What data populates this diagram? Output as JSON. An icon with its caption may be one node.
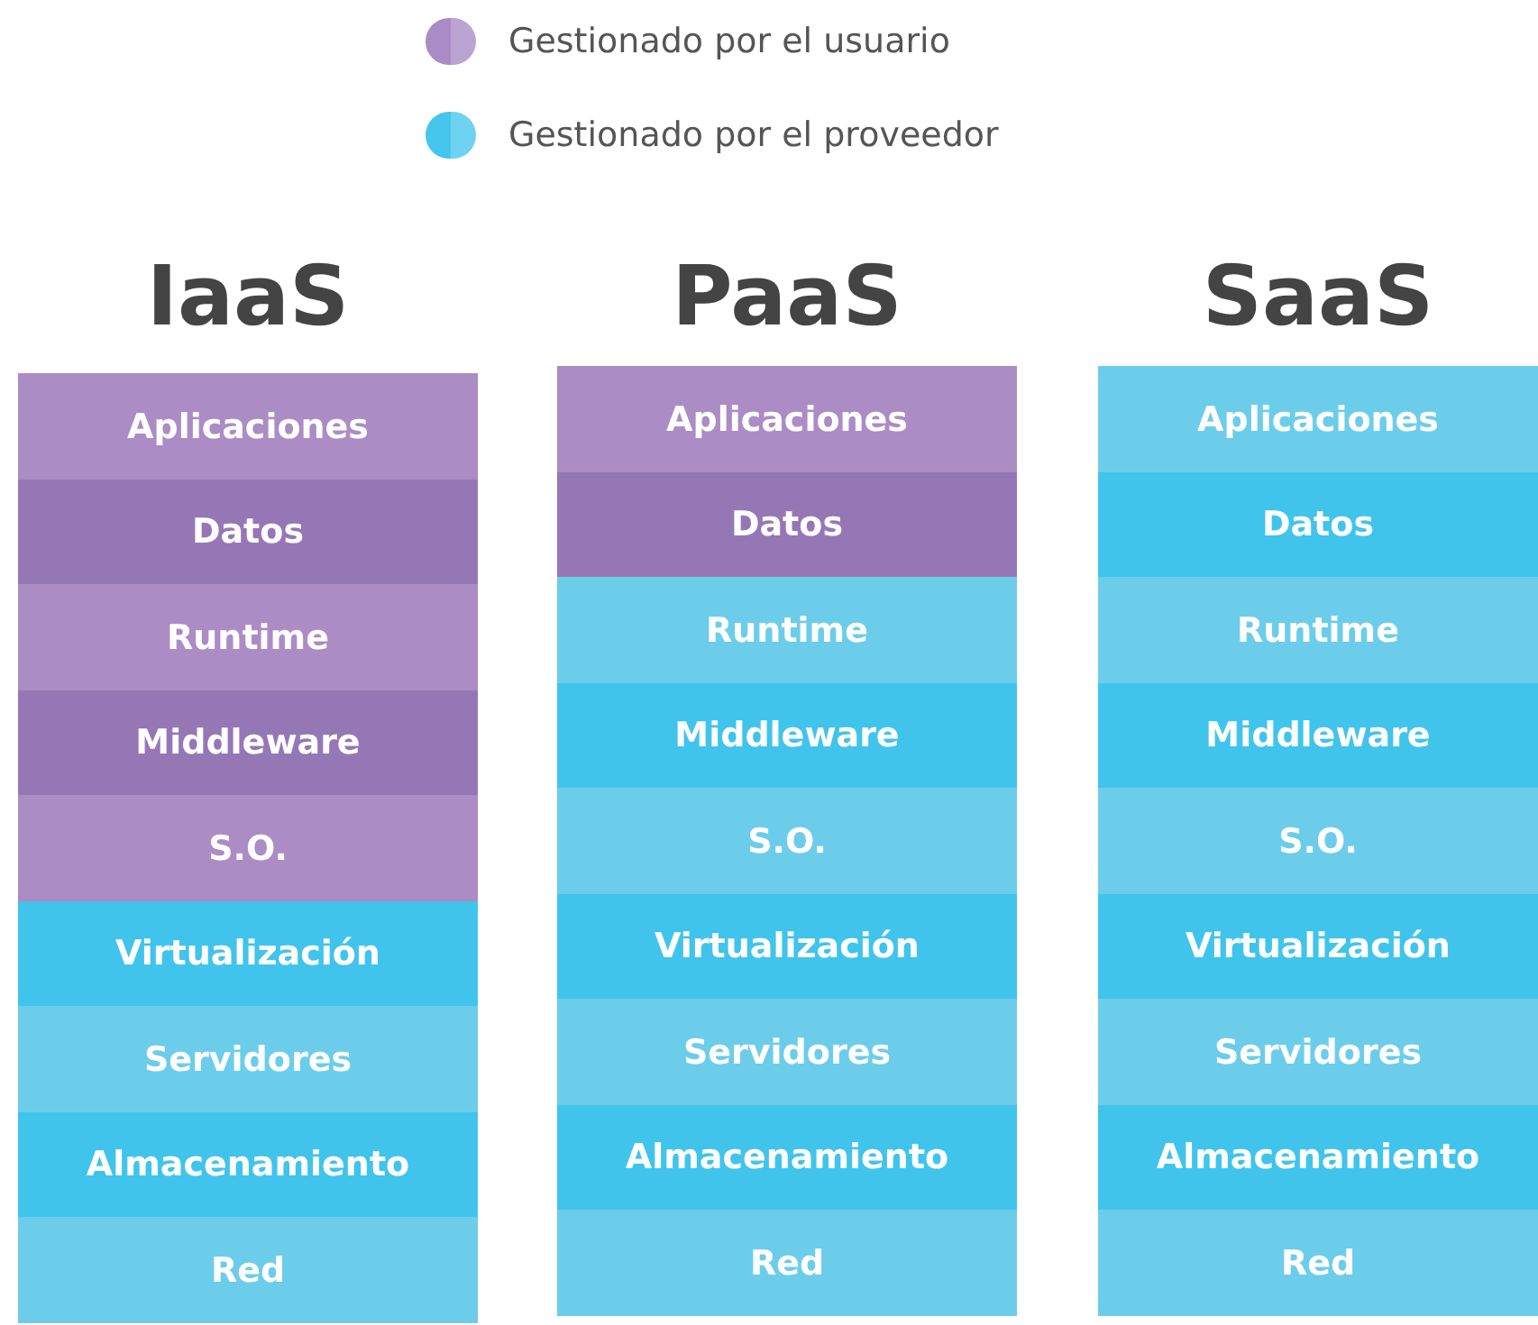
{
  "diagram": {
    "nodes": [
      {
        "text": [
          "IaaS"
        ]
      },
      {
        "text": [
          "Aplicaciones"
        ],
        "in": 0
      },
      {
        "text": [
          "Datos"
        ],
        "in": 0
      },
      {
        "text": [
          "Runtime"
        ],
        "in": 0
      },
      {
        "text": [
          "Middleware"
        ],
        "in": 0
      },
      {
        "text": [
          "S.O."
        ],
        "in": 0
      },
      {
        "text": [
          "Virtualización"
        ],
        "in": 0
      },
      {
        "text": [
          "Servidores"
        ],
        "in": 0
      },
      {
        "text": [
          "Almacenamiento"
        ],
        "in": 0
      },
      {
        "text": [
          "Red"
        ],
        "in": 0
      },
      {
        "text": [
          "PaaS"
        ]
      },
      {
        "text": [
          "Aplicaciones"
        ],
        "in": 10
      },
      {
        "text": [
          "Datos"
        ],
        "in": 10
      },
      {
        "text": [
          "Runtime"
        ],
        "in": 10
      },
      {
        "text": [
          "Middleware"
        ],
        "in": 10
      },
      {
        "text": [
          "S.O."
        ],
        "in": 10
      },
      {
        "text": [
          "Virtualización"
        ],
        "in": 10
      },
      {
        "text": [
          "Servidores"
        ],
        "in": 10
      },
      {
        "text": [
          "Almacenamiento"
        ],
        "in": 10
      },
      {
        "text": [
          "Red"
        ],
        "in": 10
      },
      {
        "text": [
          "SaaS"
        ]
      },
      {
        "text": [
          "Aplicaciones"
        ],
        "in": 20
      },
      {
        "text": [
          "Datos"
        ],
        "in": 20
      },
      {
        "text": [
          "Runtime"
        ],
        "in": 20
      },
      {
        "text": [
          "Middleware"
        ],
        "in": 20
      },
      {
        "text": [
          "S.O."
        ],
        "in": 20
      },
      {
        "text": [
          "Virtualización"
        ],
        "in": 20
      },
      {
        "text": [
          "Servidores"
        ],
        "in": 20
      },
      {
        "text": [
          "Almacenamiento"
        ],
        "in": 20
      },
      {
        "text": [
          "Red"
        ],
        "in": 20
      }
    ],
    "legend": [
      {
        "text": "Gestionado por el usuario",
        "color": "#a98bc5"
      },
      {
        "text": "Gestionado por el proveedor",
        "color": "#45c6ec"
      }
    ]
  }
}
